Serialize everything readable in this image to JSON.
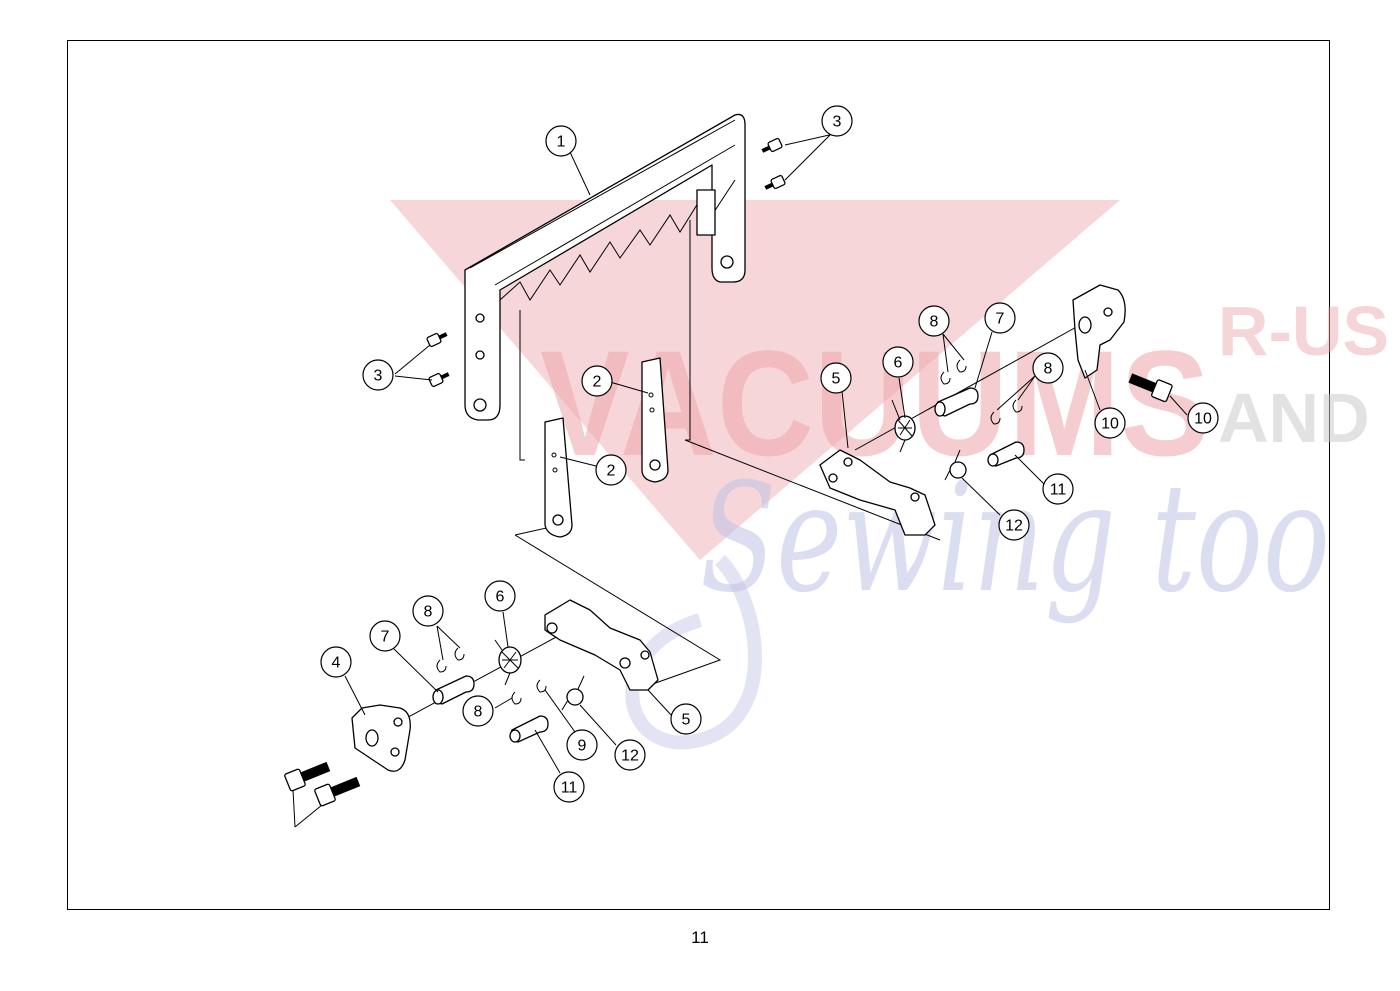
{
  "page_number": "11",
  "watermark": {
    "line1": "VACUUMS",
    "line1_side_top": "R-US",
    "line1_side_bottom": "AND",
    "line2": "Sewing too",
    "colors": {
      "red": "#e8888f",
      "gray": "#c9c9c9",
      "blue": "#aab0dd"
    }
  },
  "callouts": [
    {
      "label": "1"
    },
    {
      "label": "2"
    },
    {
      "label": "2"
    },
    {
      "label": "3"
    },
    {
      "label": "3"
    },
    {
      "label": "4"
    },
    {
      "label": "5"
    },
    {
      "label": "5"
    },
    {
      "label": "6"
    },
    {
      "label": "6"
    },
    {
      "label": "7"
    },
    {
      "label": "7"
    },
    {
      "label": "8"
    },
    {
      "label": "8"
    },
    {
      "label": "8"
    },
    {
      "label": "8"
    },
    {
      "label": "9"
    },
    {
      "label": "10"
    },
    {
      "label": "10"
    },
    {
      "label": "11"
    },
    {
      "label": "11"
    },
    {
      "label": "12"
    },
    {
      "label": "12"
    }
  ]
}
